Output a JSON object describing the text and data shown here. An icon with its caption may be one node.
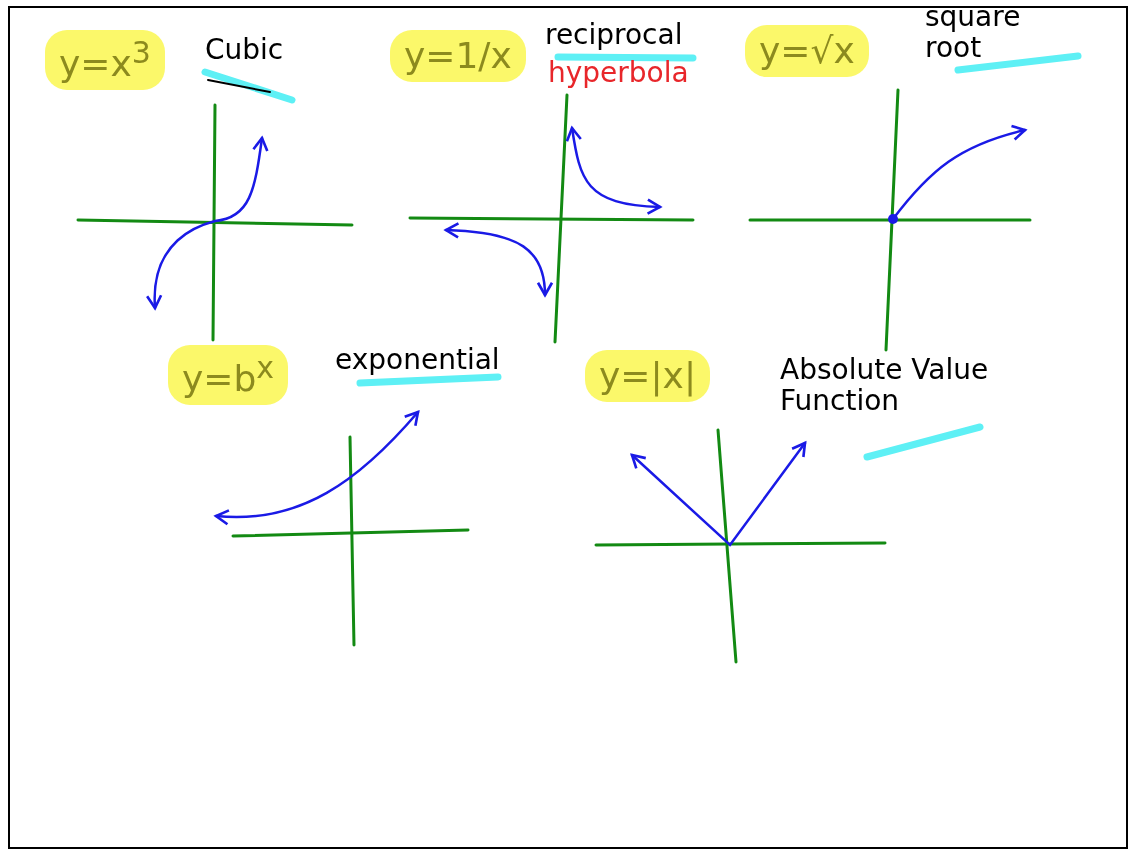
{
  "diagram": {
    "labels": [
      "y=x$^{3}$",
      "Cubic",
      "y=1/x",
      "reciprocal",
      "hyperbola",
      "y=√x",
      "square root",
      "y=b$^{x}$",
      "exponential",
      "y=|x|",
      "Absolute Value Function"
    ]
  }
}
